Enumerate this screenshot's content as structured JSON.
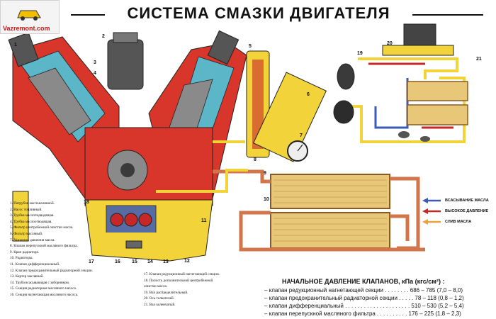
{
  "title": "СИСТЕМА СМАЗКИ ДВИГАТЕЛЯ",
  "logo": {
    "text": "Vazremont.com"
  },
  "legend_items": [
    "1. Патрубок маслоналивной.",
    "2. Насос топливный.",
    "3. Трубка маслоподводящая.",
    "4. Трубка маслоотводящая.",
    "5. Фильтр центробежной очистки масла.",
    "6. Фильтр масляный.",
    "7. Указатель давления масла.",
    "8. Клапан перепускной масляного фильтра.",
    "9. Кран радиатора.",
    "10. Радиаторы.",
    "11. Клапан дифференциальный.",
    "12. Клапан предохранительный радиаторной секции.",
    "13. Картер масляный.",
    "14. Труба всасывающая с заборником.",
    "15. Секция радиаторная масляного насоса.",
    "16. Секция нагнетающая масляного насоса."
  ],
  "legend_items_2": [
    "17. Клапан редукционный нагнетающей секции.",
    "18. Полость дополнительной центробежной",
    "очистки масла.",
    "19. Вал распределительный.",
    "20. Ось толкателей.",
    "21. Вал коленчатый."
  ],
  "flow_key": [
    {
      "label": "ВСАСЫВАНИЕ МАСЛА",
      "color": "#3b5bb5"
    },
    {
      "label": "ВЫСОКОЕ ДАВЛЕНИЕ",
      "color": "#c62828"
    },
    {
      "label": "СЛИВ МАСЛА",
      "color": "#e8a33a"
    }
  ],
  "pressure_title": "НАЧАЛЬНОЕ ДАВЛЕНИЕ КЛАПАНОВ, кПа (кгс/см²) :",
  "valves": [
    "– клапан редукционный нагнетающей секции . . . . . . . . 686 – 785  (7,0 – 8,0)",
    "– клапан предохранительный радиаторной секции . . . . .  78 – 118  (0,8 – 1,2)",
    "– клапан дифференциальный . . . . . . . . . . . . . . . . . . . . . 510 – 530  (5,2 – 5,4)",
    "– клапан перепускной масляного фильтра . . . . . . . . . . 176 – 225  (1,8 – 2,3)"
  ],
  "callouts": [
    "1",
    "2",
    "3",
    "4",
    "5",
    "6",
    "7",
    "8",
    "9",
    "10",
    "11",
    "12",
    "13",
    "14",
    "15",
    "16",
    "17",
    "18",
    "19",
    "20",
    "21"
  ],
  "colors": {
    "pressure": "#c62828",
    "suction": "#3b5bb5",
    "drain": "#e8a33a",
    "engine_red": "#d9362b",
    "coolant": "#5bb7c8",
    "oil_yellow": "#f2d43a"
  }
}
